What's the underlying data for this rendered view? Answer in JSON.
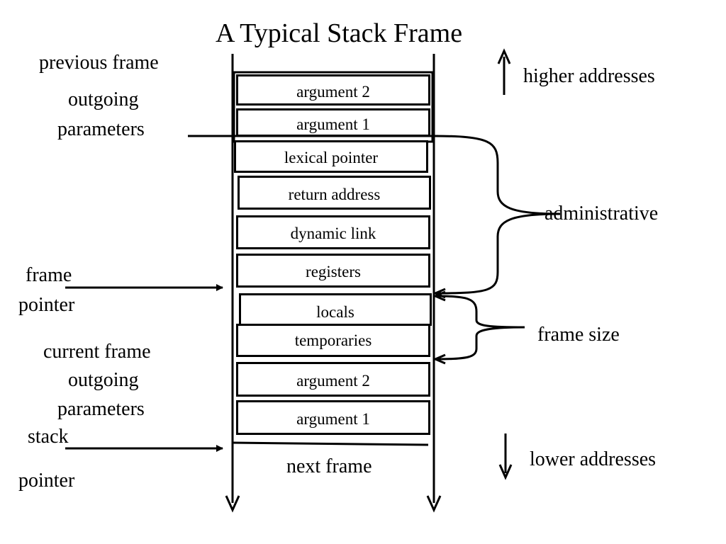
{
  "title": "A Typical Stack Frame",
  "labels": {
    "previous_frame": "previous frame",
    "outgoing_1": "outgoing",
    "parameters_1": "parameters",
    "frame": "frame",
    "pointer_1": "pointer",
    "current_frame": "current frame",
    "outgoing_2": "outgoing",
    "parameters_2": "parameters",
    "stack": "stack",
    "pointer_2": "pointer",
    "next_frame": "next frame",
    "higher_addresses": "higher addresses",
    "lower_addresses": "lower addresses",
    "administrative": "administrative",
    "frame_size": "frame size"
  },
  "cells": [
    "argument 2",
    "argument 1",
    "lexical pointer",
    "return address",
    "dynamic link",
    "registers",
    "locals",
    "temporaries",
    "argument 2",
    "argument 1"
  ],
  "colors": {
    "ink": "#000000",
    "background": "#ffffff"
  }
}
